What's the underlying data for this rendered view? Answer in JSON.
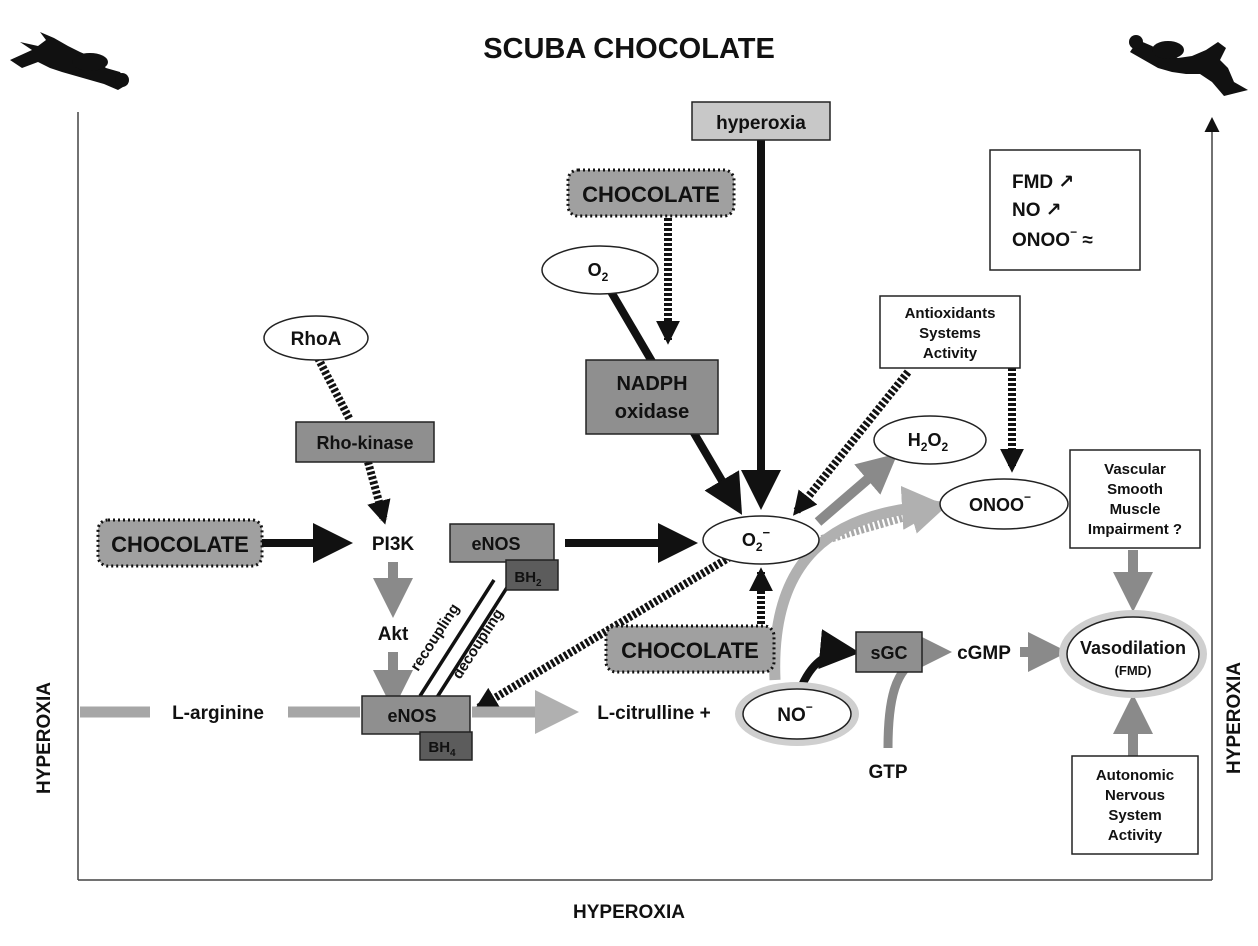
{
  "title": "SCUBA CHOCOLATE",
  "axes": {
    "bottom": "HYPEROXIA",
    "left": "HYPEROXIA",
    "right": "HYPEROXIA"
  },
  "nodes": {
    "hyperoxia": "hyperoxia",
    "chocolate_top": "CHOCOLATE",
    "chocolate_left": "CHOCOLATE",
    "chocolate_bottom": "CHOCOLATE",
    "o2": "O",
    "o2_sub": "2",
    "nadph_line1": "NADPH",
    "nadph_line2": "oxidase",
    "rhoa": "RhoA",
    "rho_kinase": "Rho-kinase",
    "pi3k": "PI3K",
    "akt": "Akt",
    "enos_upper": "eNOS",
    "bh2": "BH",
    "bh2_sub": "2",
    "enos_lower": "eNOS",
    "bh4": "BH",
    "bh4_sub": "4",
    "recoupling": "recoupling",
    "decoupling": "decoupling",
    "l_arginine": "L-arginine",
    "l_citrulline": "L-citrulline +",
    "superoxide": "O",
    "superoxide_sub": "2",
    "superoxide_sup": "−",
    "no": "NO",
    "no_sup": "−",
    "h2o2_a": "H",
    "h2o2_sub1": "2",
    "h2o2_b": "O",
    "h2o2_sub2": "2",
    "onoo": "ONOO",
    "onoo_sup": "−",
    "sgc": "sGC",
    "cgmp": "cGMP",
    "gtp": "GTP",
    "vasodilation": "Vasodilation",
    "fmd": "(FMD)",
    "antioxidants": [
      "Antioxidants",
      "Systems",
      "Activity"
    ],
    "vascular": [
      "Vascular",
      "Smooth",
      "Muscle",
      "Impairment ?"
    ],
    "autonomic": [
      "Autonomic",
      "Nervous",
      "System",
      "Activity"
    ]
  },
  "legend": {
    "line1": "FMD ↗",
    "line2": "NO ↗",
    "line3_text": "ONOO",
    "line3_sup": "−",
    "line3_suffix": " ≈"
  },
  "colors": {
    "gray_box": "#8f8f8f",
    "dark_box": "#5c5c5c",
    "light_box": "#c8c8c8",
    "gray_arrow": "#8a8a8a",
    "black": "#111111"
  }
}
